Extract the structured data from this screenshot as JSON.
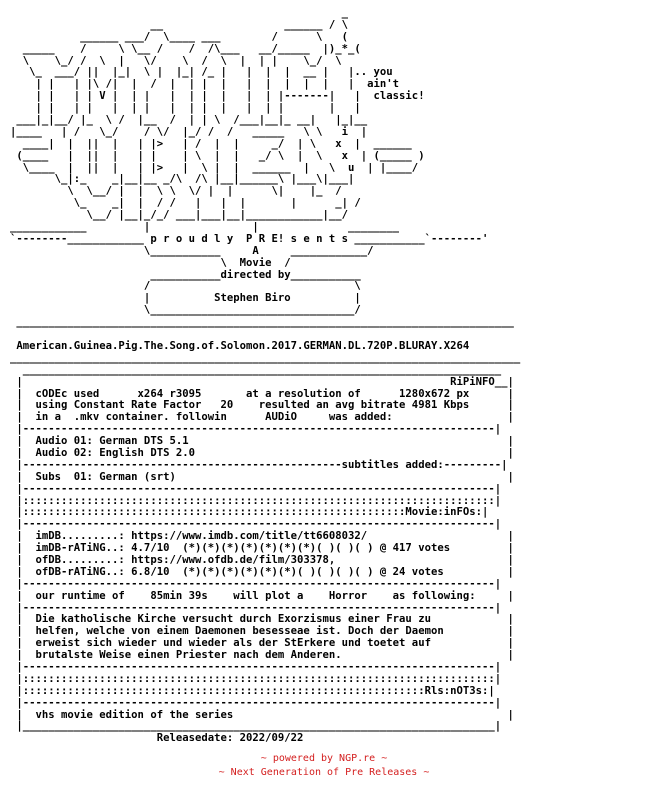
{
  "nfo": {
    "lines": [
      "                                                    _",
      "                      __                   ______ / \\",
      "           ______ ___/  \\____ ___        /      \\   (",
      "  _____    /     \\ \\__ /    /  /\\___   __/_____  |)_*_(",
      "  \\    \\_/ /  \\  |   \\/    \\  /  \\  |  | |    \\_/  \\",
      "   \\_  ___/ ||  |_|  \\ |  |_| /_ |   |  |  |  __ |   |.. you",
      "    | |   | |\\ /|  |  /  |  | |  |   |  |  |  |  |   |  ain't",
      "    | |   | | V |  | |   |  | |  |   |  | |-------|   |  classic!",
      "    | |   | |   |  | |   |  | |  |   |  | |       |   |",
      " ___|_|__/ |_  \\ /  |__  /  | | \\  /___|__|_ __|   |_|__",
      "|____   | /   \\_/    / \\/  |_/ /  /   _____   \\ \\   i  |",
      "  ____|  |  ||  |   | |>   | /  |  |     _/  | \\   x  |  ______",
      " (____   |  ||  |   | |    | \\  |  |   _/ \\  |  \\   x  | (_____ )",
      "  \\____  |  ||  |   | |>   |  \\ |  |  ______  |   \\  u  | |____/",
      "       \\_|:_    _|__|__ _/\\  /\\ |__|______\\ |___\\|___|",
      "         \\  \\__/ |  |  \\ \\  \\/ |  |      \\|    |_  /",
      "          \\_    _|  |  / /   |   |  |       |      _| /",
      "            \\__/ |__|_/_/ ___|___|__|____________|__/",
      "____________         |                |              ________",
      "`--------____________ p r o u d l y  P R E! s e n t s ___________`--------'",
      "                     \\___________     A     ____________/",
      "                                 \\  Movie  /",
      "                      ___________directed by___________",
      "                     /                                \\",
      "                     |          Stephen Biro          |",
      "                     \\________________________________/",
      " ______________________________________________________________________________",
      "",
      " American.Guinea.Pig.The.Song.of.Solomon.2017.GERMAN.DL.720P.BLURAY.X264",
      "________________________________________________________________________________",
      "  ___________________________________________________________________________",
      " |                                                                   RiPiNFO__|",
      " |  cODEc used      x264 r3095       at a resolution of      1280x672 px      |",
      " |  using Constant Rate Factor   20    resulted an avg bitrate 4981 Kbps      |",
      " |  in a  .mkv container. followin      AUDiO     was added:                  |",
      " |--------------------------------------------------------------------------|",
      " |  Audio 01: German DTS 5.1                                                  |",
      " |  Audio 02: English DTS 2.0                                                 |",
      " |--------------------------------------------------subtitles added:---------|",
      " |  Subs  01: German (srt)                                                    |",
      " |--------------------------------------------------------------------------|",
      " |::::::::::::::::::::::::::::::::::::::::::::::::::::::::::::::::::::::::::|",
      " |::::::::::::::::::::::::::::::::::::::::::::::::::::::::::::Movie:inFOs:|",
      " |--------------------------------------------------------------------------|",
      " |  imDB.........: https://www.imdb.com/title/tt6608032/                      |",
      " |  imDB-rATiNG..: 4.7/10  (*)(*)(*)(*)(*)(*)(*)( )( )( ) @ 417 votes         |",
      " |  ofDB.........: https://www.ofdb.de/film/303378,                           |",
      " |  ofDB-rATiNG..: 6.8/10  (*)(*)(*)(*)(*)(*)( )( )( )( ) @ 24 votes          |",
      " |--------------------------------------------------------------------------|",
      " |  our runtime of    85min 39s    will plot a    Horror    as following:     |",
      " |--------------------------------------------------------------------------|",
      " |  Die katholische Kirche versucht durch Exorzismus einer Frau zu            |",
      " |  helfen, welche von einem Daemonen besesseae ist. Doch der Daemon          |",
      " |  erweist sich wieder und wieder als der StErkere und toetet auf            |",
      " |  brutalste Weise einen Priester nach dem Anderen.                          |",
      " |--------------------------------------------------------------------------|",
      " |::::::::::::::::::::::::::::::::::::::::::::::::::::::::::::::::::::::::::|",
      " |:::::::::::::::::::::::::::::::::::::::::::::::::::::::::::::::Rls:nOT3s:|",
      " |--------------------------------------------------------------------------|",
      " |  vhs movie edition of the series                                           |",
      " |__________________________________________________________________________|",
      "                       Releasedate: 2022/09/22"
    ]
  },
  "footer": {
    "powered_by": "~ powered by NGP.re ~",
    "tagline": "~ Next Generation of Pre Releases ~"
  }
}
